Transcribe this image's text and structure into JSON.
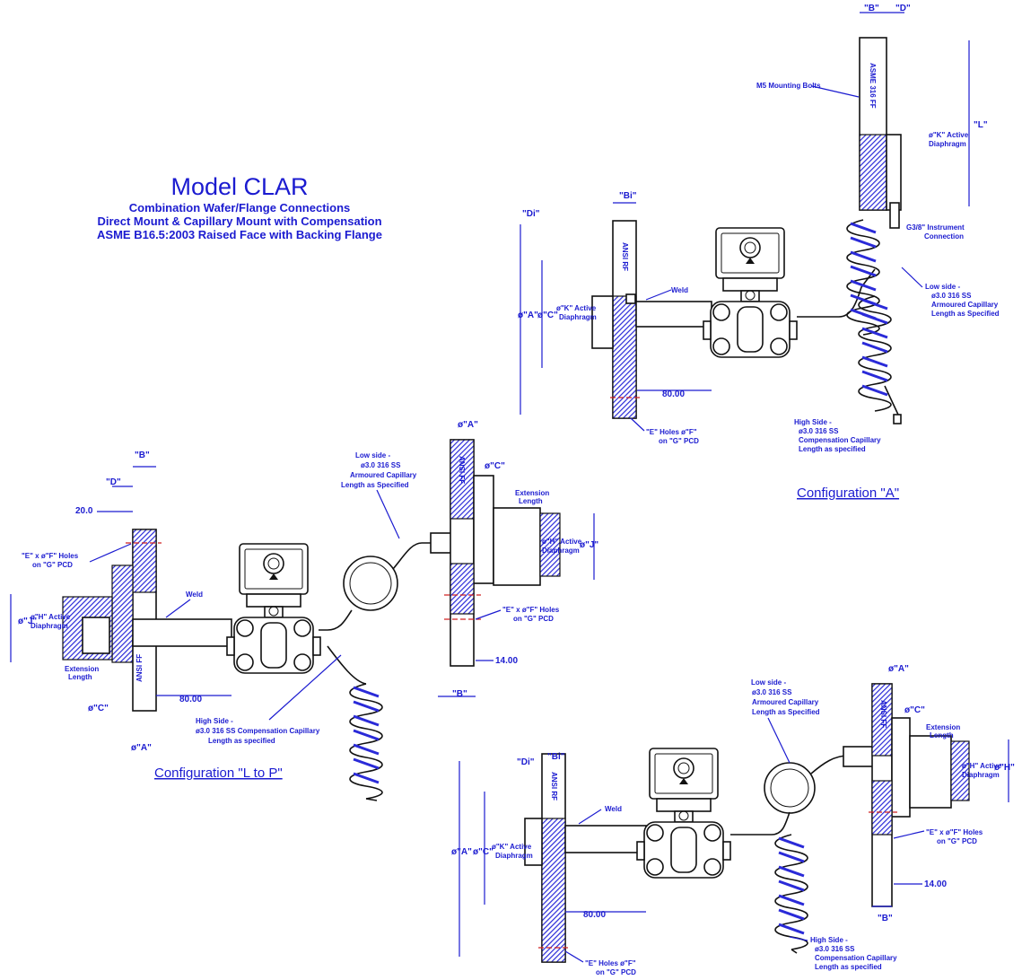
{
  "title": "Model CLAR",
  "subtitle_lines": [
    "Combination Wafer/Flange Connections",
    "Direct Mount & Capillary Mount with Compensation",
    "ASME B16.5:2003 Raised Face with Backing Flange"
  ],
  "config_a": {
    "caption": "Configuration \"A\"",
    "labels": {
      "b": "\"B\"",
      "d": "\"D\"",
      "l": "\"L\"",
      "bi": "\"Bi\"",
      "di": "\"Di\"",
      "a": "ø\"A\"",
      "c": "ø\"C\"",
      "k": "ø\"K\" Active",
      "k2": "Diaphragm",
      "k_top": "ø\"K\" Active",
      "k_top2": "Diaphragm",
      "m5": "M5 Mounting Bolts",
      "g38a": "G3/8\" Instrument",
      "g38b": "Connection",
      "weld": "Weld",
      "low1": "Low side -",
      "low2": "ø3.0 316 SS",
      "low3": "Armoured Capillary",
      "low4": "Length as Specified",
      "high1": "High Side -",
      "high2": "ø3.0 316 SS",
      "high3": "Compensation Capillary",
      "high4": "Length as specified",
      "len": "80.00",
      "holes1": "\"E\" Holes ø\"F\"",
      "holes2": "on \"G\" PCD",
      "stamp1": "ASME 316 FF",
      "stamp2": "ANSI RF"
    }
  },
  "config_lp": {
    "caption": "Configuration \"L to P\"",
    "labels": {
      "b": "\"B\"",
      "d": "\"D\"",
      "twenty": "20.0",
      "holes1": "\"E\" x ø\"F\" Holes",
      "holes2": "on \"G\" PCD",
      "j": "ø\"J\"",
      "h": "ø\"H\" Active",
      "h2": "Diaphragm",
      "weld": "Weld",
      "ext1": "Extension",
      "ext2": "Length",
      "c": "ø\"C\"",
      "a": "ø\"A\"",
      "len": "80.00",
      "high1": "High Side -",
      "high2": "ø3.0 316 SS Compensation Capillary",
      "high3": "Length as specified",
      "low1": "Low side -",
      "low2": "ø3.0 316 SS",
      "low3": "Armoured Capillary",
      "low4": "Length as Specified",
      "ra": "ø\"A\"",
      "rc": "ø\"C\"",
      "rext1": "Extension",
      "rext2": "Length",
      "rh": "ø\"H\" Active",
      "rh2": "Diaphragm",
      "rj": "ø\"J\"",
      "rholes1": "\"E\" x ø\"F\" Holes",
      "rholes2": "on \"G\" PCD",
      "fourteen": "14.00",
      "rb": "\"B\"",
      "stamp1": "ANSI FF",
      "stamp2": "ANSI FF"
    }
  },
  "config_c": {
    "labels": {
      "bi": "\"Bi\"",
      "di": "\"Di\"",
      "a": "ø\"A\"",
      "c": "ø\"C\"",
      "k": "ø\"K\" Active",
      "k2": "Diaphragm",
      "weld": "Weld",
      "len": "80.00",
      "holes1": "\"E\" Holes ø\"F\"",
      "holes2": "on \"G\" PCD",
      "low1": "Low side -",
      "low2": "ø3.0 316 SS",
      "low3": "Armoured Capillary",
      "low4": "Length as Specified",
      "ra": "ø\"A\"",
      "rc": "ø\"C\"",
      "rext1": "Extension",
      "rext2": "Length",
      "rh": "ø\"H\" Active",
      "rh2": "Diaphragm",
      "rhh": "ø\"H\"",
      "rholes1": "\"E\" x ø\"F\" Holes",
      "rholes2": "on \"G\" PCD",
      "fourteen": "14.00",
      "rb": "\"B\"",
      "high1": "High Side -",
      "high2": "ø3.0 316 SS",
      "high3": "Compensation Capillary",
      "high4": "Length as specified",
      "stamp1": "ANSI RF",
      "stamp2": "ANSI FF"
    }
  },
  "colors": {
    "ink": "#1b1bd0",
    "line": "#111111",
    "centerline": "#d02020"
  }
}
